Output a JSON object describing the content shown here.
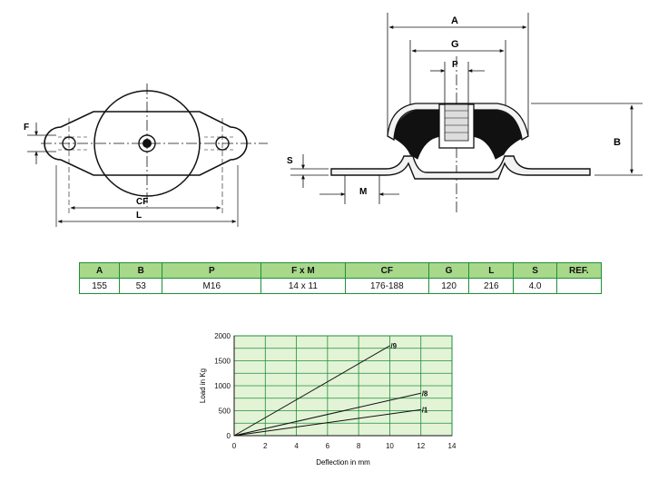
{
  "drawing": {
    "left_view": {
      "labels": {
        "f": "F",
        "cf": "CF",
        "l": "L"
      }
    },
    "section_view": {
      "labels": {
        "a": "A",
        "g": "G",
        "p": "P",
        "b": "B",
        "s": "S",
        "m": "M"
      }
    }
  },
  "table": {
    "headers": [
      "A",
      "B",
      "P",
      "F x M",
      "CF",
      "G",
      "L",
      "S",
      "REF."
    ],
    "rows": [
      [
        "155",
        "53",
        "M16",
        "14 x 11",
        "176-188",
        "120",
        "216",
        "4.0",
        ""
      ]
    ]
  },
  "chart_data": {
    "type": "line",
    "xlabel": "Deflection in mm",
    "ylabel": "Load in Kg",
    "xlim": [
      0,
      14
    ],
    "ylim": [
      0,
      2000
    ],
    "xticks": [
      0,
      2,
      4,
      6,
      8,
      10,
      12,
      14
    ],
    "yticks": [
      0,
      500,
      1000,
      1500,
      2000
    ],
    "grid": true,
    "colors": {
      "grid": "#1f8f3a",
      "background": "#e3f3d6",
      "line": "#111111"
    },
    "series": [
      {
        "name": "/9",
        "x": [
          0,
          10
        ],
        "y": [
          0,
          1800
        ]
      },
      {
        "name": "/8",
        "x": [
          0,
          12
        ],
        "y": [
          0,
          850
        ]
      },
      {
        "name": "/1",
        "x": [
          0,
          12
        ],
        "y": [
          0,
          520
        ]
      }
    ]
  }
}
